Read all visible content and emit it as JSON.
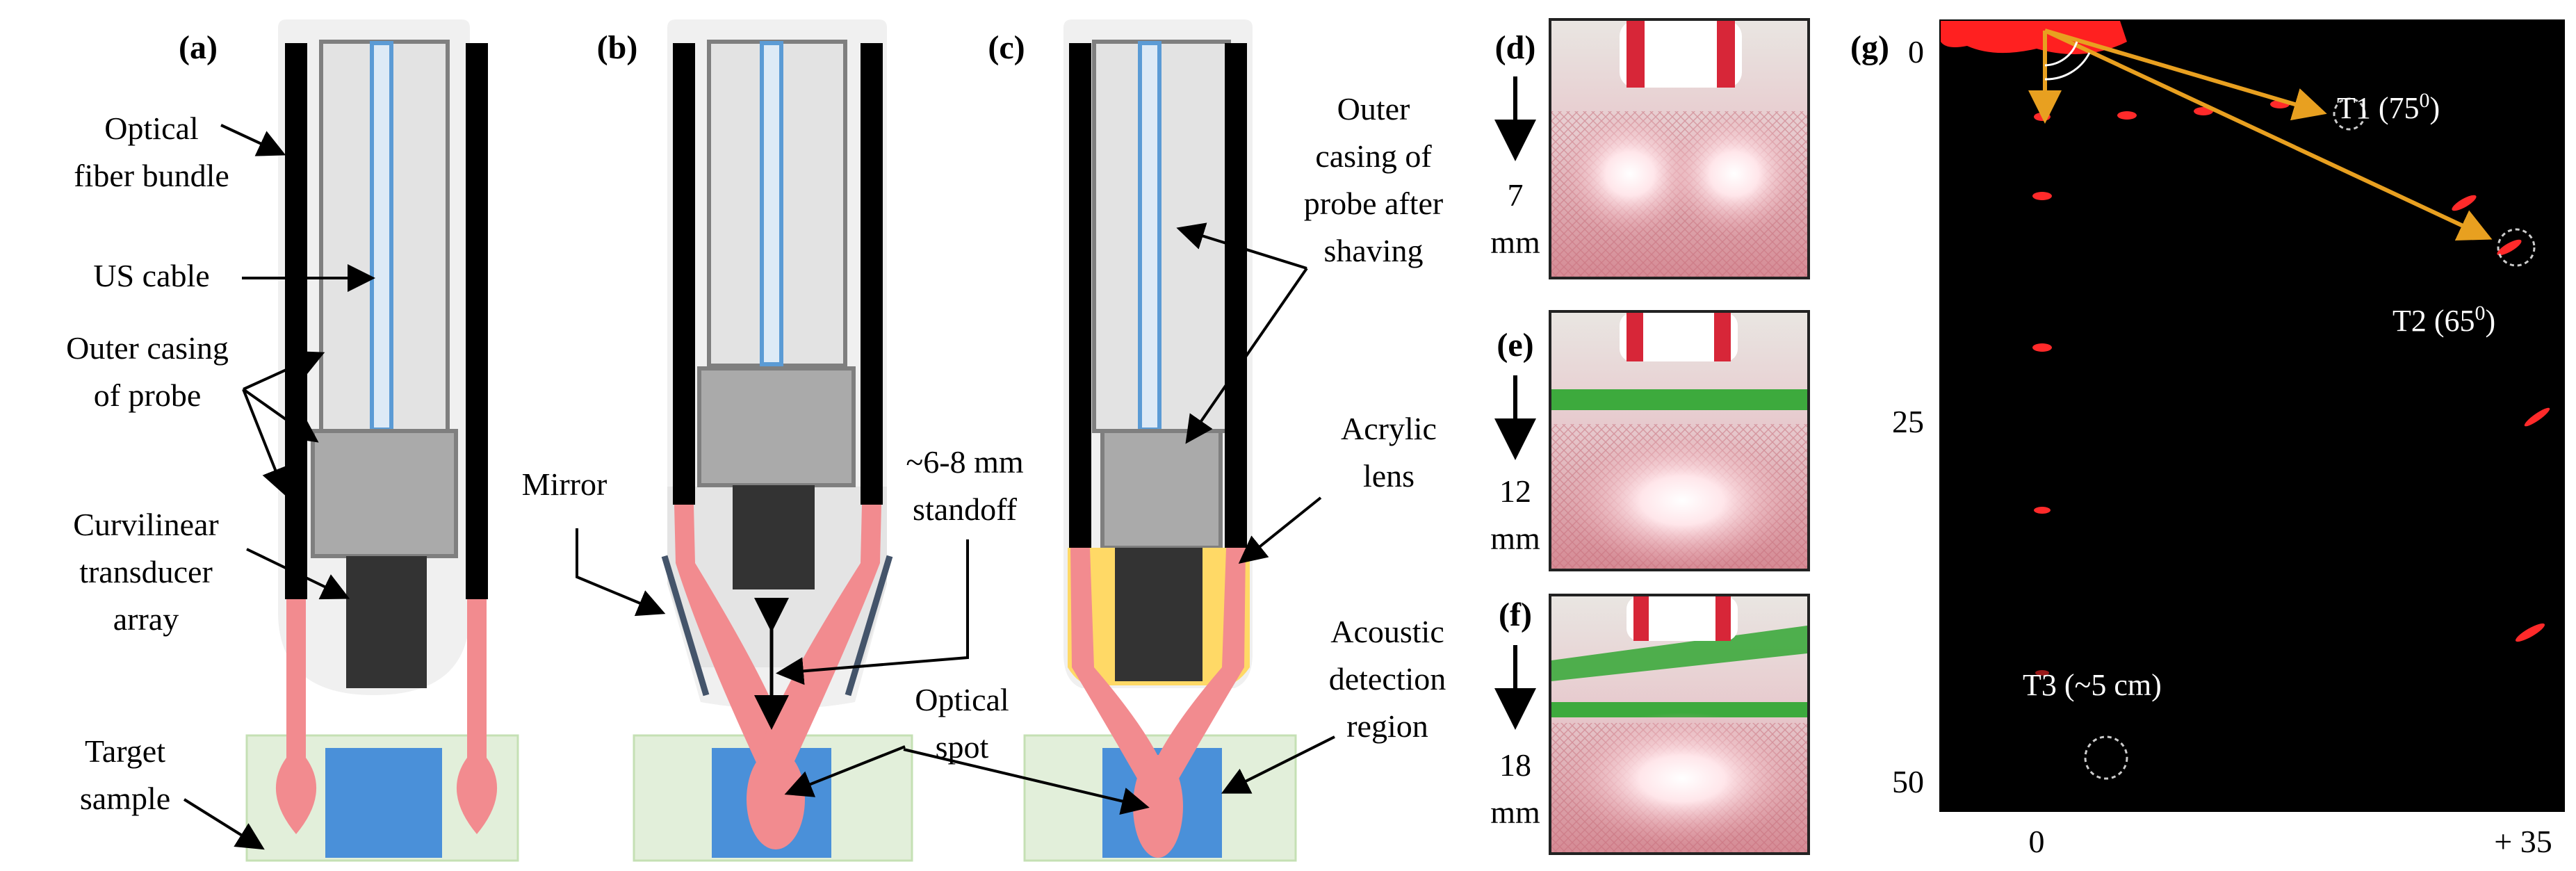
{
  "panels": {
    "a": {
      "letter": "(a)",
      "fiber": [
        "Optical",
        "fiber bundle"
      ],
      "cable": "US cable",
      "casing": [
        "Outer casing",
        "of probe"
      ],
      "transducer": [
        "Curvilinear",
        "transducer",
        "array"
      ],
      "target": [
        "Target",
        "sample"
      ]
    },
    "b": {
      "letter": "(b)",
      "mirror": "Mirror",
      "standoff": [
        "~6-8 mm",
        "standoff"
      ],
      "spot": [
        "Optical",
        "spot"
      ]
    },
    "c": {
      "letter": "(c)",
      "shaved": [
        "Outer",
        "casing of",
        "probe after",
        "shaving"
      ],
      "lens": [
        "Acrylic",
        "lens"
      ],
      "detection": [
        "Acoustic",
        "detection",
        "region"
      ]
    },
    "d": {
      "letter": "(d)",
      "dist": [
        "7",
        "mm"
      ]
    },
    "e": {
      "letter": "(e)",
      "dist": [
        "12",
        "mm"
      ]
    },
    "f": {
      "letter": "(f)",
      "dist": [
        "18",
        "mm"
      ]
    },
    "g": {
      "letter": "(g)",
      "y_ticks": [
        "0",
        "25",
        "50"
      ],
      "x_ticks": [
        "0",
        "+ 35"
      ],
      "targets": {
        "t1": "T1 (75",
        "t1_deg": "0",
        "t2": "T2 (65",
        "t2_deg": "0",
        "t3": "T3 (~5 cm)"
      }
    }
  },
  "colors": {
    "fiber": "#000000",
    "casing_fill": "#e3e3e3",
    "housing": "#f0f0f0",
    "cable": "#5b9bd5",
    "backing": "#aaaaaa",
    "transducer": "#333333",
    "beam": "#f28b8f",
    "sample_bg": "#e2efda",
    "target": "#4a90d9",
    "mirror": "#44546a",
    "lens": "#ffd966",
    "arrow_orange": "#e8a020",
    "us_bg": "#000000",
    "spot_red": "#ff2020"
  }
}
